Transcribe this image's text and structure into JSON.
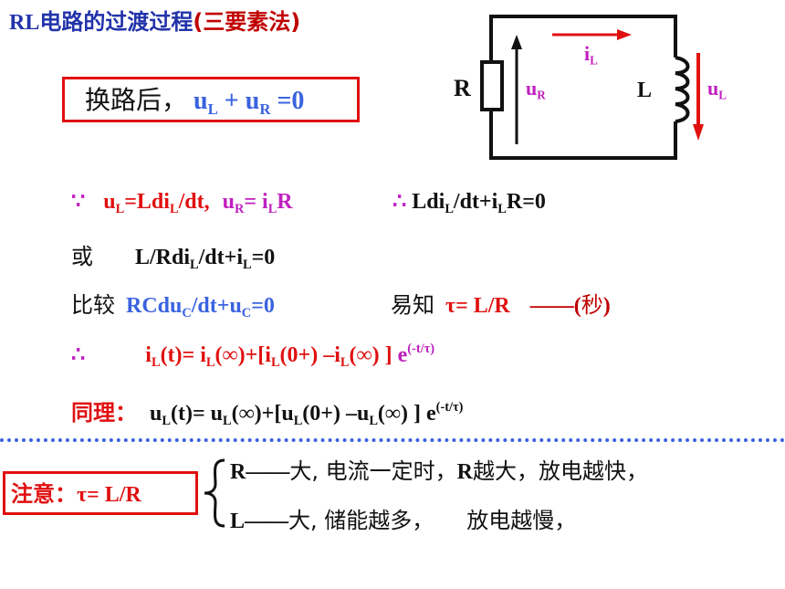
{
  "title": {
    "rl": "RL",
    "mid": "电路的过渡过程",
    "paren": "(三要素法)"
  },
  "box1": {
    "text": "换路后，",
    "uL": "u",
    "uL_sub": "L",
    "plus": " + u",
    "uR_sub": "R",
    "eq": " =0"
  },
  "circuit": {
    "R": "R",
    "L": "L",
    "uR": "u",
    "uR_sub": "R",
    "iL": "i",
    "iL_sub": "L",
    "uL": "u",
    "uL_sub": "L"
  },
  "line1": {
    "because": "∵",
    "a": "u",
    "a_sub": "L",
    "b": "=Ldi",
    "b_sub": "L",
    "c": "/dt,",
    "d": "u",
    "d_sub": "R",
    "e": "= i",
    "e_sub": "L",
    "f": "R",
    "therefore": "∴",
    "g": "Ldi",
    "g_sub": "L",
    "h": "/dt+i",
    "h_sub": "L",
    "k": "R=0"
  },
  "line2": {
    "or": "或",
    "a": "L/Rdi",
    "a_sub": "L",
    "b": "/dt+i",
    "b_sub": "L",
    "c": "=0"
  },
  "line3": {
    "compare": "比较",
    "a": "RCdu",
    "a_sub": "C",
    "b": "/dt+u",
    "b_sub": "C",
    "c": "=0",
    "easy": "易知",
    "tau": "τ= L/R",
    "dash": "——(",
    "sec": "秒",
    "close": ")"
  },
  "line4": {
    "therefore": "∴",
    "a": "i",
    "a_sub": "L",
    "b": "(t)= i",
    "b_sub": "L",
    "c": "(∞)+[i",
    "c_sub": "L",
    "d": "(0+) –i",
    "d_sub": "L",
    "e": "(∞) ]",
    "f": " e",
    "f_sup": "(-t/τ)"
  },
  "line5": {
    "same": "同理：",
    "a": "u",
    "a_sub": "L",
    "b": "(t)= u",
    "b_sub": "L",
    "c": "(∞)+[u",
    "c_sub": "L",
    "d": "(0+) –u",
    "d_sub": "L",
    "e": "(∞) ] e",
    "e_sup": "(-t/τ)"
  },
  "note": {
    "label": "注意：",
    "tau": "τ= L/R"
  },
  "brace_line1": {
    "r": "R——",
    "text": "大, 电流一定时，",
    "r2": "R",
    "text2": "越大，放电越快，"
  },
  "brace_line2": {
    "l": "L——",
    "text": "大, 储能越多，",
    "text2": "放电越慢，"
  },
  "colors": {
    "blue": "#2233aa",
    "light_blue": "#3a63e0",
    "magenta": "#c020c0",
    "red": "#e01010",
    "dark_red": "#c00000"
  }
}
